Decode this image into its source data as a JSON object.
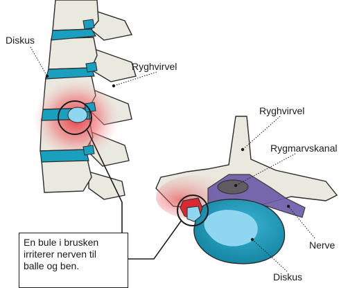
{
  "labels": {
    "diskus_top": "Diskus",
    "ryghvirvel_left": "Ryghvirvel",
    "ryghvirvel_right": "Ryghvirvel",
    "rygmarvskanal": "Rygmarvskanal",
    "nerve": "Nerve",
    "diskus_bottom": "Diskus"
  },
  "callout": {
    "lines": [
      "En bule i brusken",
      "irriterer nerven til",
      "balle og ben."
    ]
  },
  "colors": {
    "bone": "#e9e9df",
    "disc": "#1a9fbf",
    "disc_light": "#8fd6f0",
    "inflammation": "#e8373f",
    "nerve": "#6a5aa8",
    "outline": "#2a2a2a"
  }
}
